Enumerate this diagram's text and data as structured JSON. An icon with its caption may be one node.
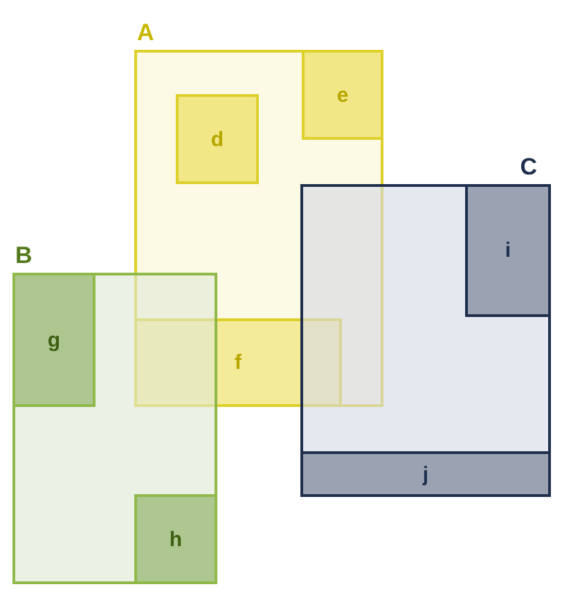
{
  "diagram": {
    "nodes": [
      {
        "text": [
          "A"
        ]
      },
      {
        "text": [
          "d"
        ],
        "in": 0
      },
      {
        "text": [
          "e"
        ],
        "in": 0
      },
      {
        "text": [
          "C"
        ]
      },
      {
        "text": [
          "i"
        ],
        "in": 3
      },
      {
        "text": [
          "B"
        ]
      },
      {
        "text": [
          "g"
        ],
        "in": 5
      },
      {
        "text": [
          "f"
        ],
        "in": 0
      },
      {
        "text": [
          "j"
        ],
        "in": 3
      },
      {
        "text": [
          "h"
        ],
        "in": 5
      }
    ]
  }
}
